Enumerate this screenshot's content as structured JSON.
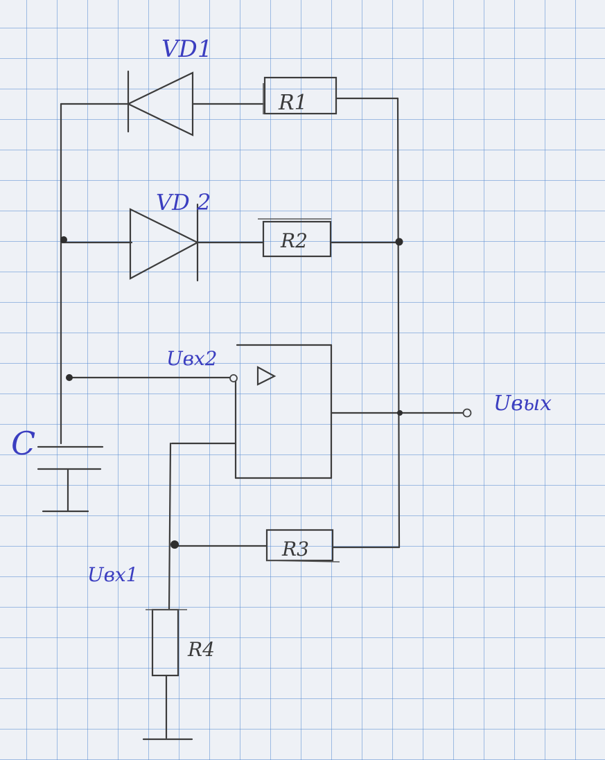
{
  "labels": {
    "vd1": "VD1",
    "vd2": "VD 2",
    "r1": "R1",
    "r2": "R2",
    "r3": "R3",
    "r4": "R4",
    "c": "C",
    "uin2": "Uвх2",
    "uin1": "Uвх1",
    "uout": "Uвых"
  },
  "colors": {
    "ink_blue": "#3b3ec0",
    "pencil": "#3c3c3c",
    "grid": "#5a8cd2",
    "paper": "#eef1f6"
  }
}
